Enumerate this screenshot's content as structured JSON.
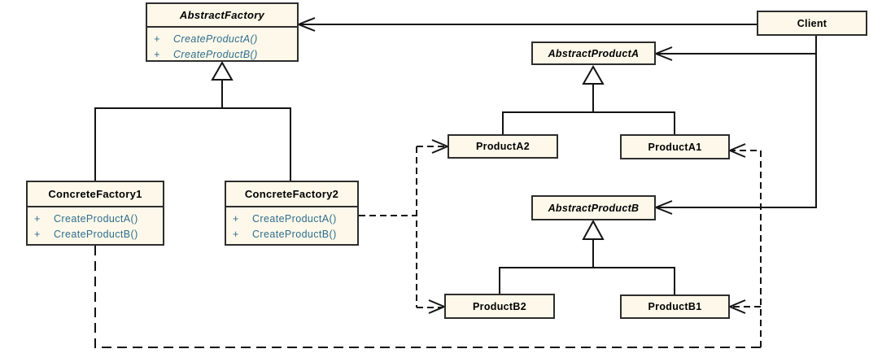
{
  "diagram": {
    "kind": "uml-class-diagram",
    "visibility_symbol": "+"
  },
  "colors": {
    "box_fill": "#FDF8E9",
    "box_border": "#2D2D2D",
    "line": "#141414",
    "title_text": "#000000",
    "method_text": "#2E6E8F",
    "background": "#FFFFFF"
  },
  "classes": {
    "abstract_factory": {
      "name": "AbstractFactory",
      "abstract": true,
      "methods": [
        {
          "visibility": "+",
          "signature": "CreateProductA()"
        },
        {
          "visibility": "+",
          "signature": "CreateProductB()"
        }
      ]
    },
    "client": {
      "name": "Client",
      "abstract": false
    },
    "abstract_product_a": {
      "name": "AbstractProductA",
      "abstract": true
    },
    "concrete_factory1": {
      "name": "ConcreteFactory1",
      "abstract": false,
      "methods": [
        {
          "visibility": "+",
          "signature": "CreateProductA()"
        },
        {
          "visibility": "+",
          "signature": "CreateProductB()"
        }
      ]
    },
    "concrete_factory2": {
      "name": "ConcreteFactory2",
      "abstract": false,
      "methods": [
        {
          "visibility": "+",
          "signature": "CreateProductA()"
        },
        {
          "visibility": "+",
          "signature": "CreateProductB()"
        }
      ]
    },
    "product_a2": {
      "name": "ProductA2",
      "abstract": false
    },
    "product_a1": {
      "name": "ProductA1",
      "abstract": false
    },
    "abstract_product_b": {
      "name": "AbstractProductB",
      "abstract": true
    },
    "product_b2": {
      "name": "ProductB2",
      "abstract": false
    },
    "product_b1": {
      "name": "ProductB1",
      "abstract": false
    }
  },
  "relationships": [
    {
      "from": "ConcreteFactory1",
      "to": "AbstractFactory",
      "type": "generalization"
    },
    {
      "from": "ConcreteFactory2",
      "to": "AbstractFactory",
      "type": "generalization"
    },
    {
      "from": "ProductA2",
      "to": "AbstractProductA",
      "type": "generalization"
    },
    {
      "from": "ProductA1",
      "to": "AbstractProductA",
      "type": "generalization"
    },
    {
      "from": "ProductB2",
      "to": "AbstractProductB",
      "type": "generalization"
    },
    {
      "from": "ProductB1",
      "to": "AbstractProductB",
      "type": "generalization"
    },
    {
      "from": "Client",
      "to": "AbstractFactory",
      "type": "directed-association"
    },
    {
      "from": "Client",
      "to": "AbstractProductA",
      "type": "directed-association"
    },
    {
      "from": "Client",
      "to": "AbstractProductB",
      "type": "directed-association"
    },
    {
      "from": "ConcreteFactory2",
      "to": "ProductA2",
      "type": "dependency"
    },
    {
      "from": "ConcreteFactory2",
      "to": "ProductB2",
      "type": "dependency"
    },
    {
      "from": "ConcreteFactory1",
      "to": "ProductA1",
      "type": "dependency"
    },
    {
      "from": "ConcreteFactory1",
      "to": "ProductB1",
      "type": "dependency"
    }
  ]
}
